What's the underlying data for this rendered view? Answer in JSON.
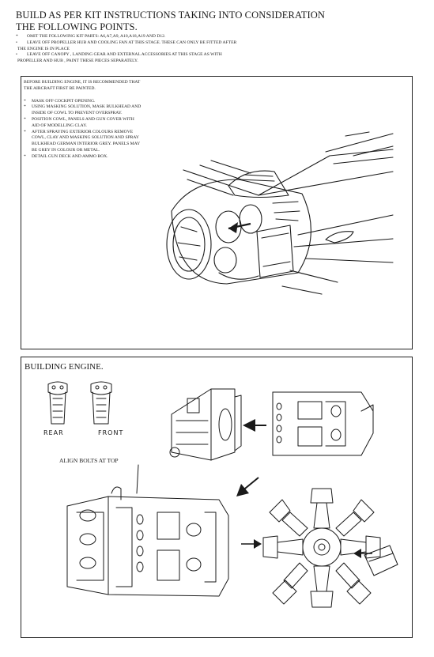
{
  "heading": {
    "line1": "BUILD AS PER KIT INSTRUCTIONS TAKING INTO CONSIDERATION",
    "line2": "THE FOLLOWING POINTS."
  },
  "points": [
    {
      "bullet": "*",
      "text": "OMIT THE FOLLOWING KIT PARTS: A6,A7,A9, A10,A18,A19 AND D12."
    },
    {
      "bullet": "•",
      "text": "LEAVE OFF PROPELLER HUB AND COOLING FAN AT THIS STAGE. THESE CAN ONLY BE FITTED AFTER",
      "cont": "THE ENGINE IS IN PLACE"
    },
    {
      "bullet": "•",
      "text": "LEAVE OFF CANOPY , LANDING GEAR AND EXTERNAL ACCESSORIES AT THIS STAGE AS WITH",
      "cont": "PROPELLER AND HUB , PAINT THESE PIECES SEPARATELY."
    }
  ],
  "preparation": {
    "intro": "BEFORE BUILDING ENGINE, IT IS RECOMMENDED THAT THE AIRCRAFT FIRST BE PAINTED.",
    "steps": [
      {
        "bullet": "*",
        "text": "MASK OFF COCKPIT OPENING."
      },
      {
        "bullet": "*",
        "text": "USING MASKING SOLUTION, MASK BULKHEAD AND INSIDE OF COWL TO PREVENT OVERSPRAY."
      },
      {
        "bullet": "*",
        "text": "POSITION COWL, PANELS AND GUN COVER WITH AID OF MODELLING CLAY."
      },
      {
        "bullet": "*",
        "text": "AFTER SPRAYING EXTERIOR COLOURS REMOVE COWL, CLAY AND MASKING SOLUTION AND SPRAY BULKHEAD GERMAN INTERIOR GREY. PANELS MAY BE GREY IN COLOUR OR METAL."
      },
      {
        "bullet": "*",
        "text": "DETAIL GUN DECK AND AMMO BOX."
      }
    ]
  },
  "building_engine": {
    "title": "BUILDING ENGINE.",
    "label_rear": "REAR",
    "label_front": "FRONT",
    "align_note": "ALIGN BOLTS AT TOP"
  }
}
